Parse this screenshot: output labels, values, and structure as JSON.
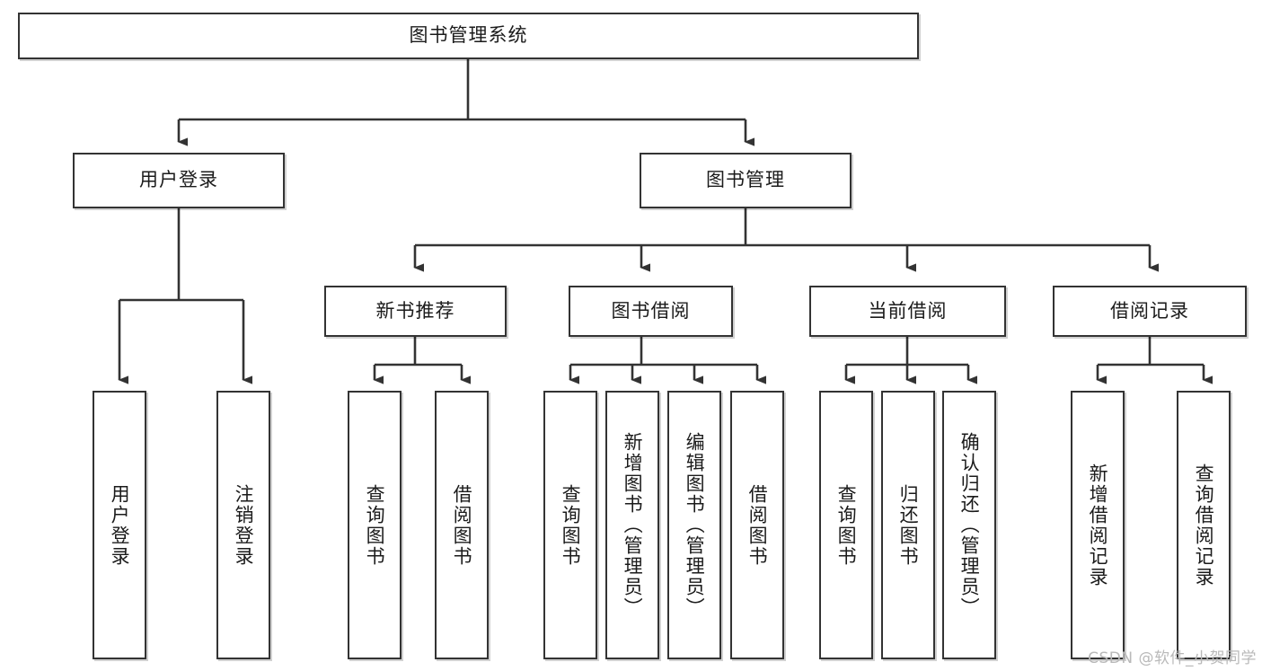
{
  "diagram": {
    "title": "图书管理系统",
    "type": "tree-hierarchy",
    "watermark": "CSDN @软件_小贺同学",
    "colors": {
      "box_border": "#333333",
      "box_fill": "#ffffff",
      "connector": "#333333",
      "text": "#1b1b1b",
      "watermark": "#b9b9b9"
    },
    "root": {
      "label": "图书管理系统"
    },
    "level2": [
      {
        "label": "用户登录"
      },
      {
        "label": "图书管理"
      }
    ],
    "level3": [
      {
        "label": "新书推荐"
      },
      {
        "label": "图书借阅"
      },
      {
        "label": "当前借阅"
      },
      {
        "label": "借阅记录"
      }
    ],
    "leaves": {
      "user_login": [
        {
          "label": "用户登录"
        },
        {
          "label": "注销登录"
        }
      ],
      "new_book_recommend": [
        {
          "label": "查询图书"
        },
        {
          "label": "借阅图书"
        }
      ],
      "book_borrow": [
        {
          "label": "查询图书"
        },
        {
          "label": "新增图书（管理员）"
        },
        {
          "label": "编辑图书（管理员）"
        },
        {
          "label": "借阅图书"
        }
      ],
      "current_borrow": [
        {
          "label": "查询图书"
        },
        {
          "label": "归还图书"
        },
        {
          "label": "确认归还（管理员）"
        }
      ],
      "borrow_record": [
        {
          "label": "新增借阅记录"
        },
        {
          "label": "查询借阅记录"
        }
      ]
    }
  }
}
